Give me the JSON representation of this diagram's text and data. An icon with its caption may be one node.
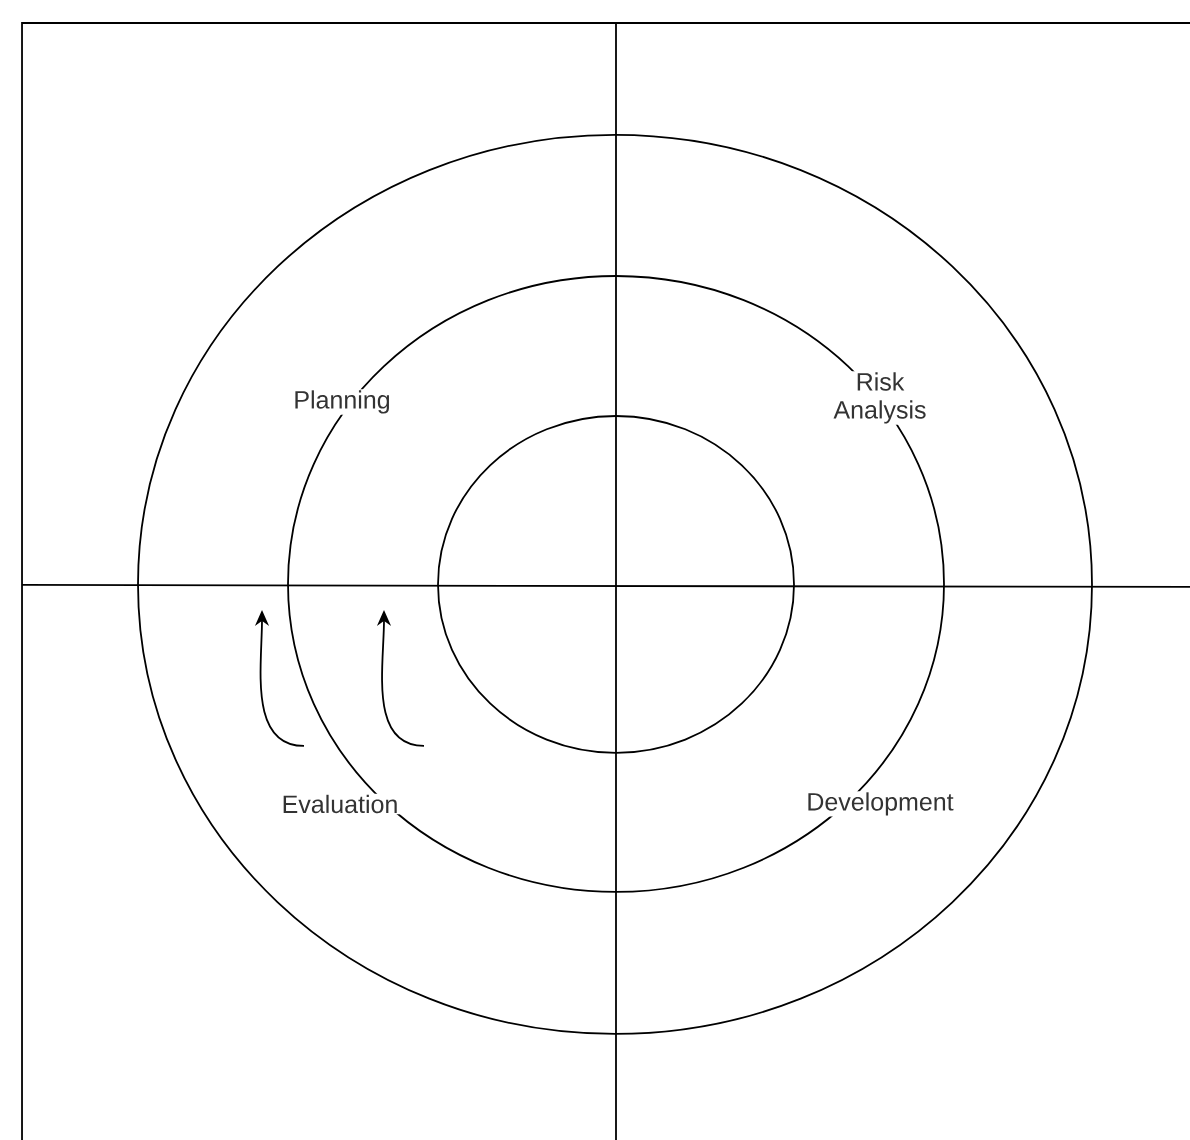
{
  "diagram": {
    "labels": [
      "Planning",
      "Risk Analysis",
      "Evaluation",
      "Development"
    ]
  }
}
